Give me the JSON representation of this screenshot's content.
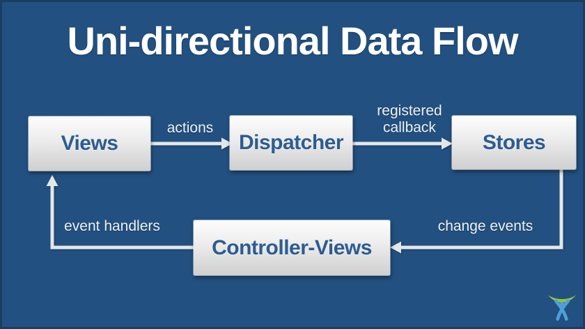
{
  "title": "Uni-directional Data Flow",
  "diagram": {
    "type": "flow-diagram",
    "nodes": [
      {
        "id": "views",
        "label": "Views"
      },
      {
        "id": "dispatcher",
        "label": "Dispatcher"
      },
      {
        "id": "stores",
        "label": "Stores"
      },
      {
        "id": "controller_views",
        "label": "Controller-Views"
      }
    ],
    "edges": [
      {
        "from": "views",
        "to": "dispatcher",
        "label": "actions"
      },
      {
        "from": "dispatcher",
        "to": "stores",
        "label": "registered\ncallback"
      },
      {
        "from": "stores",
        "to": "controller_views",
        "label": "change events"
      },
      {
        "from": "controller_views",
        "to": "views",
        "label": "event handlers"
      }
    ]
  },
  "logo": {
    "name": "atlassian-charlie-logo"
  },
  "colors": {
    "background": "#225080",
    "frame_border": "#1a3e63",
    "node_text": "#2d5c91",
    "node_fill_top": "#fdfdfd",
    "node_fill_bottom": "#d0d0d0",
    "arrow": "#e3e7ea",
    "label_text": "#eef1f4",
    "title_text": "#ffffff",
    "logo_green": "#94c13e",
    "logo_blue": "#4f9fd9"
  }
}
